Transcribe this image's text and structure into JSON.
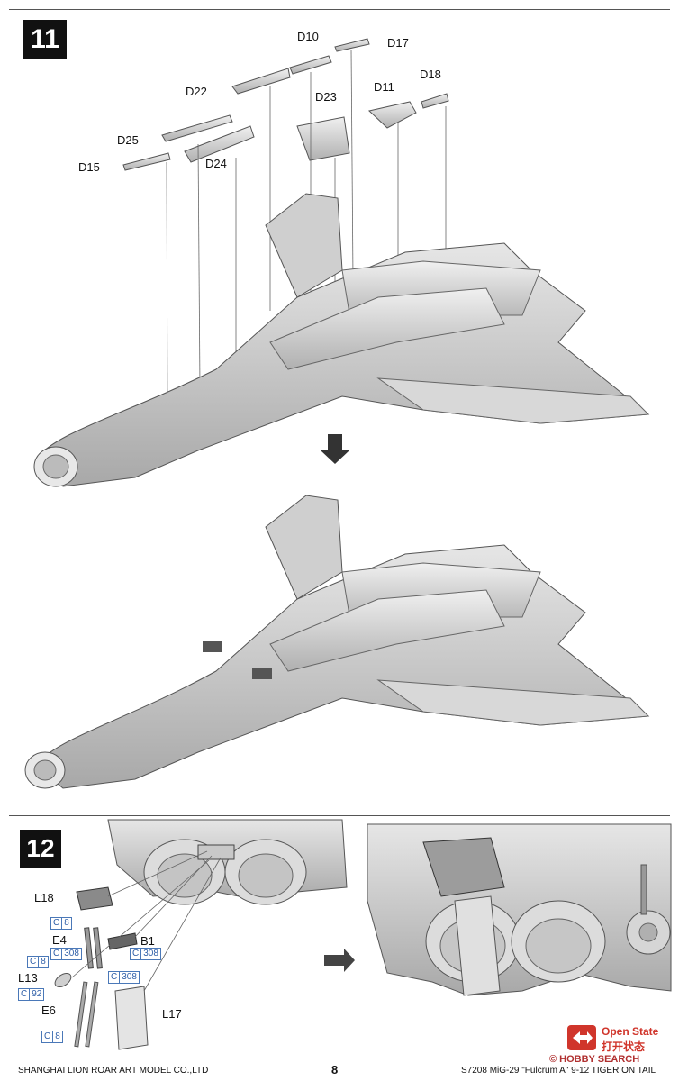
{
  "steps": {
    "step11": "11",
    "step12": "12"
  },
  "step11_parts": {
    "d10": "D10",
    "d17": "D17",
    "d18": "D18",
    "d22": "D22",
    "d23": "D23",
    "d11": "D11",
    "d25": "D25",
    "d24": "D24",
    "d15": "D15"
  },
  "step12_parts": {
    "l18": "L18",
    "e4": "E4",
    "b1": "B1",
    "l13": "L13",
    "e6": "E6",
    "l17": "L17"
  },
  "paint_codes": {
    "c8_a": [
      "C",
      "8"
    ],
    "c308_a": [
      "C",
      "308"
    ],
    "c308_b": [
      "C",
      "308"
    ],
    "c8_b": [
      "C",
      "8"
    ],
    "c92": [
      "C",
      "92"
    ],
    "c308_c": [
      "C",
      "308"
    ],
    "c8_c": [
      "C",
      "8"
    ]
  },
  "open_state": {
    "en": "Open State",
    "cn": "打开状态"
  },
  "watermark": "© HOBBY SEARCH",
  "footer": {
    "company": "SHANGHAI LION ROAR ART MODEL CO.,LTD",
    "page": "8",
    "product": "S7208 MiG-29 \"Fulcrum A\" 9-12 TIGER ON TAIL"
  },
  "colors": {
    "accent_red": "#d0352b",
    "paint_blue": "#2f5fa8",
    "badge": "#111111"
  }
}
